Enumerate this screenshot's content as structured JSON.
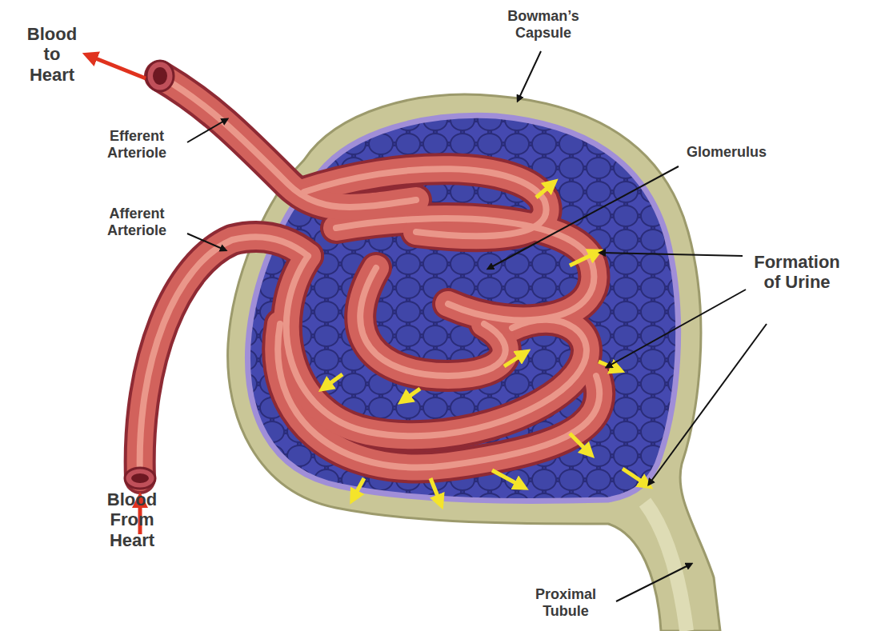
{
  "diagram": {
    "labels": [
      "Blood to Heart",
      "Efferent Arteriole",
      "Afferent Arteriole",
      "Bowman’s Capsule",
      "Glomerulus",
      "Formation of Urine",
      "Blood From Heart",
      "Proximal Tubule"
    ]
  }
}
